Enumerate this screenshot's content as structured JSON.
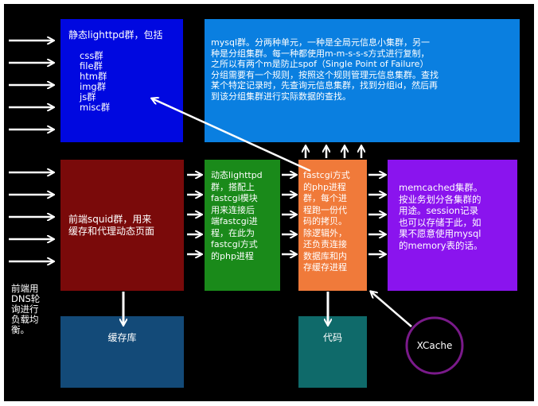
{
  "colors": {
    "background": "#000000",
    "static": "#0008e0",
    "mysql": "#0a7fe0",
    "squid": "#7a0a0a",
    "dyn": "#1a8a1a",
    "php": "#f07a3a",
    "memcached": "#8a14ee",
    "cache": "#134a78",
    "code": "#0f6a6a",
    "xcache_ring": "#7a1a8a",
    "arrow": "#ffffff"
  },
  "static_box": {
    "title": "静态lighttpd群，包括",
    "items": [
      "css群",
      "file群",
      "htm群",
      "img群",
      "js群",
      "misc群"
    ]
  },
  "mysql_box": {
    "lines": "mysql群。分两种单元，一种是全局元信息小集群，另一\n种是分组集群。每一种都使用m-m-s-s-s方式进行复制，\n之所以有两个m是防止spof（Single Point of Failure）\n分组需要有一个规则，按照这个规则管理元信息集群。查找\n某个特定记录时，先查询元信息集群，找到分组id，然后再\n到该分组集群进行实际数据的查找。"
  },
  "squid_box": {
    "lines": "前端squid群，用来\n缓存和代理动态页面"
  },
  "dyn_box": {
    "lines": "动态lighttpd\n群，搭配上\nfastcgi模块\n用来连接后\n端fastcgi进\n程，在此为\nfastcgi方式\n的php进程"
  },
  "php_box": {
    "lines": "fastcgi方式\n的php进程\n群，每个进\n程跑一份代\n码的拷贝。\n除逻辑外，\n还负责连接\n数据库和内\n存缓存进程"
  },
  "memcached_box": {
    "lines": "memcached集群。\n按业务划分各集群的\n用途。session记录\n也可以存储于此，如\n果不愿意使用mysql\n的memory表的话。"
  },
  "dns_note": {
    "lines": "前端用\nDNS轮\n询进行\n负载均\n衡。"
  },
  "cache_box": {
    "label": "缓存库"
  },
  "code_box": {
    "label": "代码"
  },
  "xcache": {
    "label": "XCache"
  }
}
